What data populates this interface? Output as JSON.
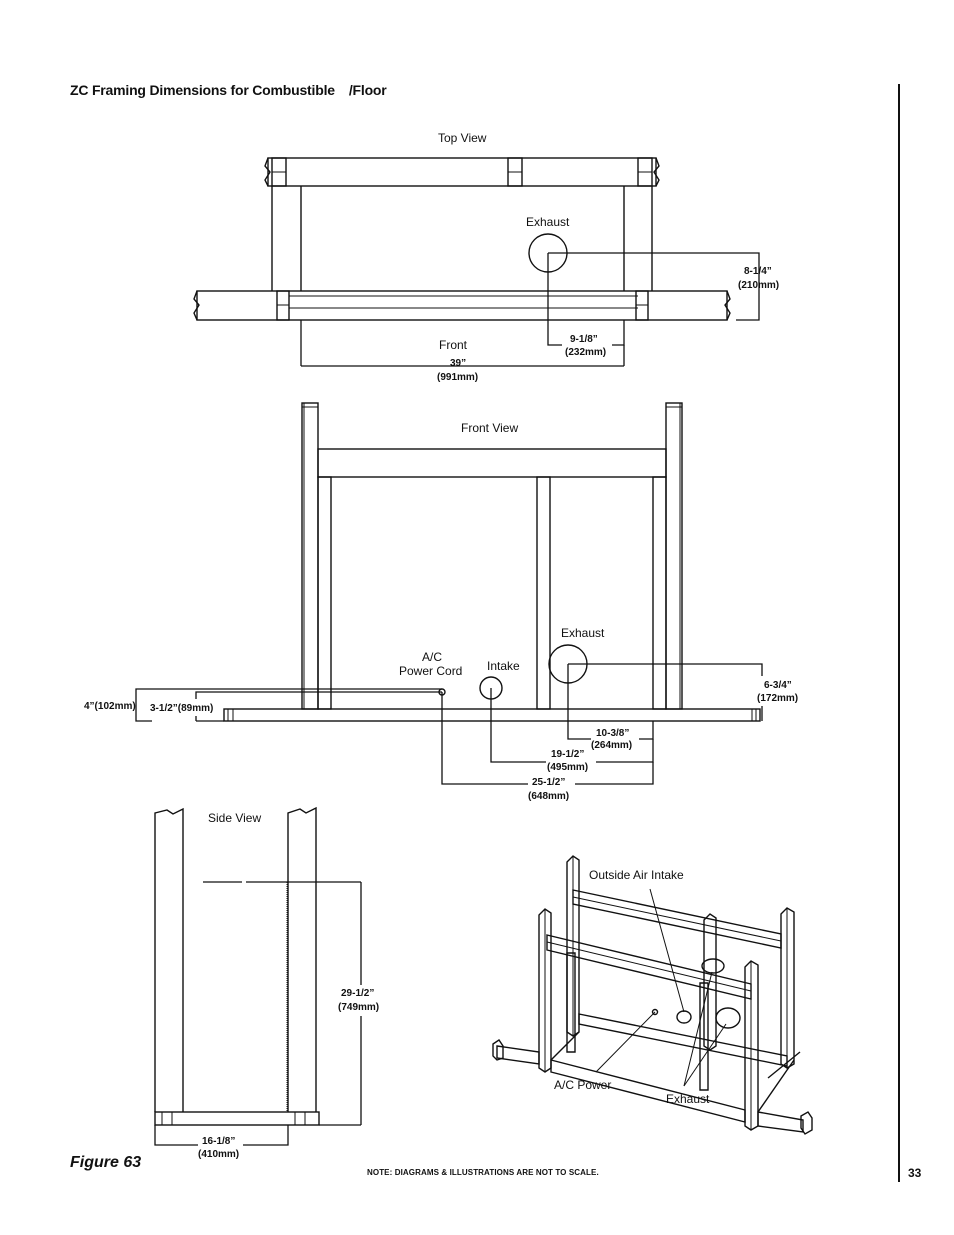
{
  "heading": {
    "part1": "ZC Framing Dimensions for Combustible",
    "part2": "/Floor"
  },
  "page_number": "33",
  "figure_label": "Figure 63",
  "note": "NOTE: DIAGRAMS & ILLUSTRATIONS ARE NOT TO SCALE.",
  "top_view": {
    "title": "Top View",
    "exhaust": "Exhaust",
    "front": "Front",
    "dim_width": {
      "in": "39”",
      "mm": "(991mm)"
    },
    "dim_exhaust_x": {
      "in": "9-1/8”",
      "mm": "(232mm)"
    },
    "dim_exhaust_y": {
      "in": "8-1/4”",
      "mm": "(210mm)"
    }
  },
  "front_view": {
    "title": "Front View",
    "exhaust": "Exhaust",
    "intake": "Intake",
    "power_cord_1": "A/C",
    "power_cord_2": "Power Cord",
    "dim_4in": "4”(102mm)",
    "dim_3half": "3-1/2”(89mm)",
    "dim_exhaust_h": {
      "in": "6-3/4”",
      "mm": "(172mm)"
    },
    "dim_exhaust_x": {
      "in": "10-3/8”",
      "mm": "(264mm)"
    },
    "dim_intake_x": {
      "in": "19-1/2”",
      "mm": "(495mm)"
    },
    "dim_cord_x": {
      "in": "25-1/2”",
      "mm": "(648mm)"
    }
  },
  "side_view": {
    "title": "Side View",
    "dim_height": {
      "in": "29-1/2”",
      "mm": "(749mm)"
    },
    "dim_depth": {
      "in": "16-1/8”",
      "mm": "(410mm)"
    }
  },
  "iso_view": {
    "outside_air": "Outside Air Intake",
    "ac_power": "A/C Power",
    "exhaust": "Exhaust"
  }
}
